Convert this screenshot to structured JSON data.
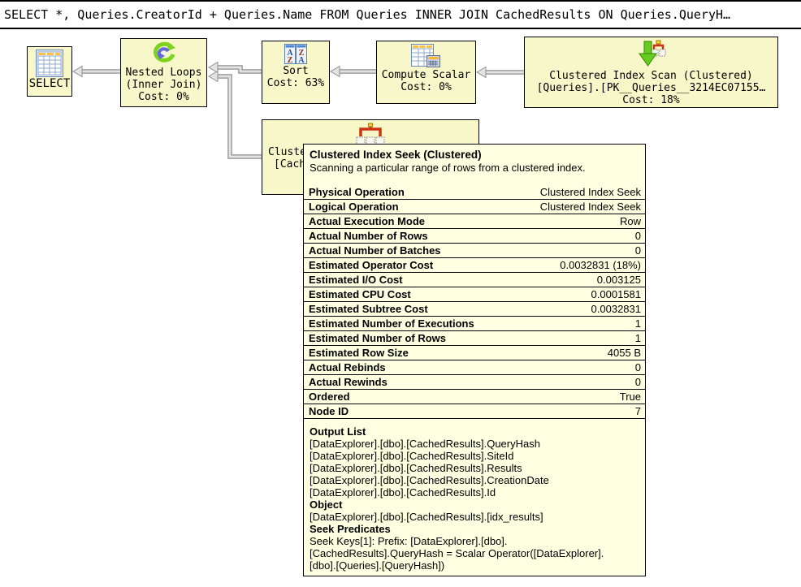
{
  "colors": {
    "node_fill": "#f7f7c9",
    "tooltip_fill": "#ffffe1",
    "arrow_outline": "#8f8f8f",
    "arrow_fill": "#e3e3e3",
    "scan_arrow_green": "#66cc22",
    "seek_marker_red": "#cc3311"
  },
  "query": {
    "text": "SELECT *, Queries.CreatorId + Queries.Name FROM Queries INNER JOIN CachedResults ON Queries.QueryH…"
  },
  "nodes": {
    "select": {
      "label": "SELECT"
    },
    "nested_loops": {
      "line1": "Nested Loops",
      "line2": "(Inner Join)",
      "line3": "Cost: 0%"
    },
    "sort": {
      "line1": "Sort",
      "line2": "Cost: 63%"
    },
    "compute_scalar": {
      "line1": "Compute Scalar",
      "line2": "Cost: 0%"
    },
    "clustered_index_scan": {
      "line1": "Clustered Index Scan (Clustered)",
      "line2": "[Queries].[PK__Queries__3214EC07155…",
      "line3": "Cost: 18%"
    },
    "clustered_index_seek": {
      "line1": "Cluste",
      "line2": "[Cach"
    }
  },
  "tooltip": {
    "title": "Clustered Index Seek (Clustered)",
    "description": "Scanning a particular range of rows from a clustered index.",
    "rows": [
      {
        "label": "Physical Operation",
        "value": "Clustered Index Seek"
      },
      {
        "label": "Logical Operation",
        "value": "Clustered Index Seek"
      },
      {
        "label": "Actual Execution Mode",
        "value": "Row"
      },
      {
        "label": "Actual Number of Rows",
        "value": "0"
      },
      {
        "label": "Actual Number of Batches",
        "value": "0"
      },
      {
        "label": "Estimated Operator Cost",
        "value": "0.0032831 (18%)"
      },
      {
        "label": "Estimated I/O Cost",
        "value": "0.003125"
      },
      {
        "label": "Estimated CPU Cost",
        "value": "0.0001581"
      },
      {
        "label": "Estimated Subtree Cost",
        "value": "0.0032831"
      },
      {
        "label": "Estimated Number of Executions",
        "value": "1"
      },
      {
        "label": "Estimated Number of Rows",
        "value": "1"
      },
      {
        "label": "Estimated Row Size",
        "value": "4055 B"
      },
      {
        "label": "Actual Rebinds",
        "value": "0"
      },
      {
        "label": "Actual Rewinds",
        "value": "0"
      },
      {
        "label": "Ordered",
        "value": "True"
      },
      {
        "label": "Node ID",
        "value": "7"
      }
    ],
    "sections": [
      {
        "heading": "Output List",
        "lines": [
          "[DataExplorer].[dbo].[CachedResults].QueryHash",
          "[DataExplorer].[dbo].[CachedResults].SiteId",
          "[DataExplorer].[dbo].[CachedResults].Results",
          "[DataExplorer].[dbo].[CachedResults].CreationDate",
          "[DataExplorer].[dbo].[CachedResults].Id"
        ]
      },
      {
        "heading": "Object",
        "lines": [
          "[DataExplorer].[dbo].[CachedResults].[idx_results]"
        ]
      },
      {
        "heading": "Seek Predicates",
        "lines": [
          "Seek Keys[1]: Prefix: [DataExplorer].[dbo].",
          "[CachedResults].QueryHash = Scalar Operator([DataExplorer].",
          "[dbo].[Queries].[QueryHash])"
        ]
      }
    ]
  }
}
